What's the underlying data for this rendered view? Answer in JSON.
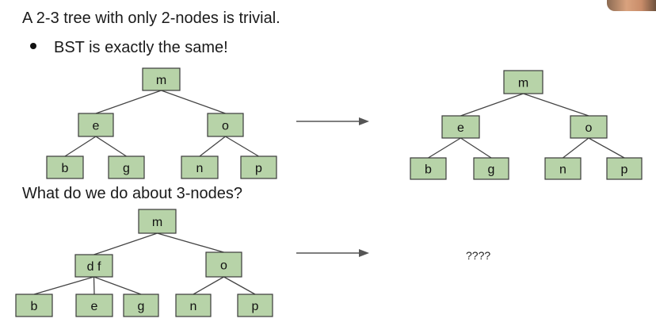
{
  "slide": {
    "heading": "A 2-3 tree with only 2-nodes is trivial.",
    "bullet": "BST is exactly the same!",
    "question": "What do we do about 3-nodes?",
    "unknown_result": "????"
  },
  "colors": {
    "node_fill": "#b7d3a8",
    "node_stroke": "#3b3b3b",
    "edge": "#444444",
    "arrow": "#555555"
  },
  "trees": [
    {
      "id": "tree-2node-23",
      "nodes": [
        "m",
        "e",
        "o",
        "b",
        "g",
        "n",
        "p"
      ]
    },
    {
      "id": "tree-2node-bst",
      "nodes": [
        "m",
        "e",
        "o",
        "b",
        "g",
        "n",
        "p"
      ]
    },
    {
      "id": "tree-3node-23",
      "nodes": [
        "m",
        "d f",
        "o",
        "b",
        "e",
        "g",
        "n",
        "p"
      ]
    }
  ]
}
